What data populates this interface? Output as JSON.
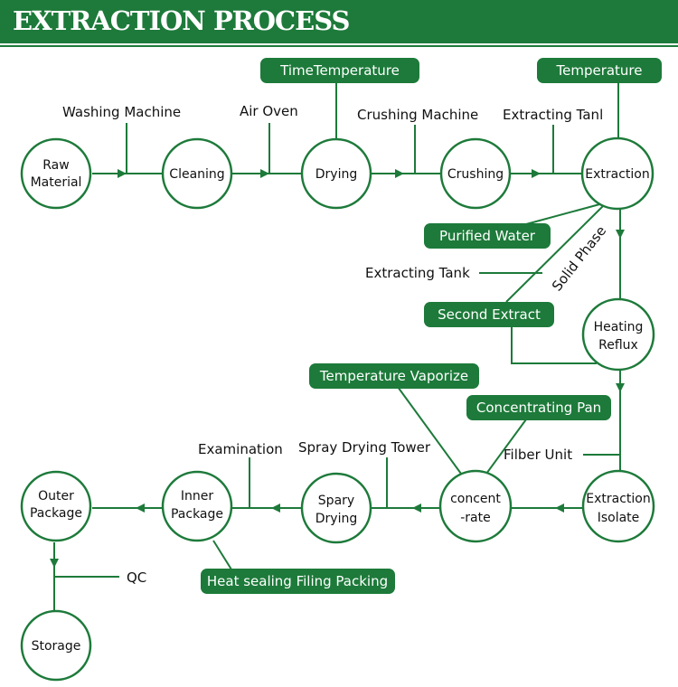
{
  "header": {
    "title": "EXTRACTION PROCESS"
  },
  "nodes": {
    "raw_material": [
      "Raw",
      "Material"
    ],
    "cleaning": [
      "Cleaning"
    ],
    "drying": [
      "Drying"
    ],
    "crushing": [
      "Crushing"
    ],
    "extraction": [
      "Extraction"
    ],
    "heating_reflux": [
      "Heating",
      "Reflux"
    ],
    "extraction_isolate": [
      "Extraction",
      "Isolate"
    ],
    "concentrate": [
      "concent",
      "-rate"
    ],
    "spary_drying": [
      "Spary",
      "Drying"
    ],
    "inner_package": [
      "Inner",
      "Package"
    ],
    "outer_package": [
      "Outer",
      "Package"
    ],
    "storage": [
      "Storage"
    ]
  },
  "labels": {
    "washing_machine": "Washing Machine",
    "air_oven": "Air Oven",
    "crushing_machine": "Crushing Machine",
    "extracting_tank_top": "Extracting Tanl",
    "extracting_tank": "Extracting Tank",
    "solid_phase": "Solid Phase",
    "filber_unit": "Filber Unit",
    "spray_drying_tower": "Spray Drying Tower",
    "examination": "Examination",
    "qc": "QC"
  },
  "tags": {
    "time_temperature": "TimeTemperature",
    "temperature": "Temperature",
    "purified_water": "Purified Water",
    "second_extract": "Second Extract",
    "temperature_vaporize": "Temperature Vaporize",
    "concentrating_pan": "Concentrating Pan",
    "heat_sealing": "Heat sealing Filing Packing"
  },
  "colors": {
    "primary": "#1d7a3a",
    "background": "#ffffff"
  }
}
